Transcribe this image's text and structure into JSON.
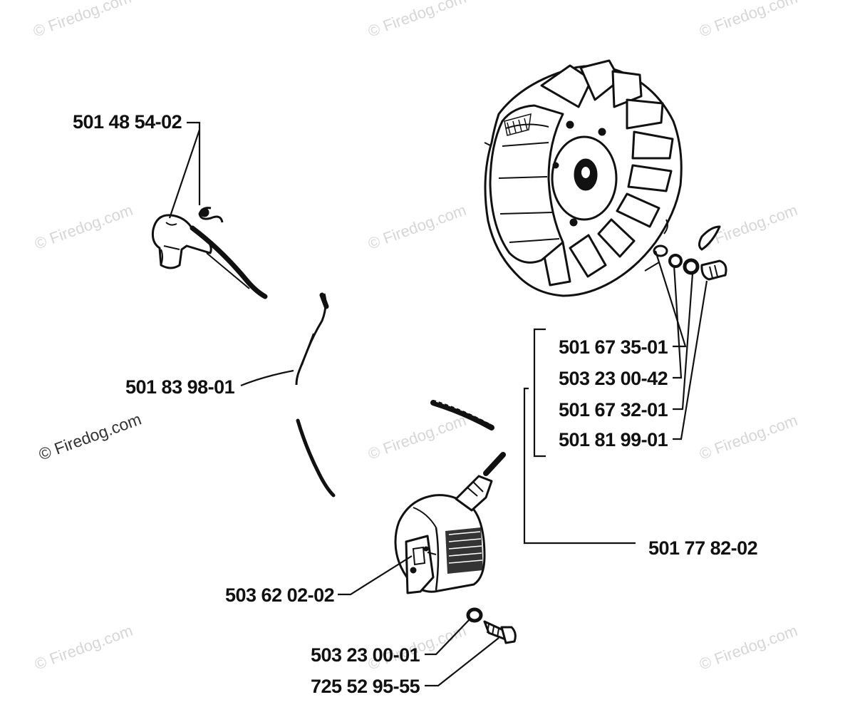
{
  "watermark": "© Firedog.com",
  "labels": {
    "p1": "501 48 54-02",
    "p2": "501 83 98-01",
    "p3": "501 67 35-01",
    "p4": "503 23 00-42",
    "p5": "501 67 32-01",
    "p6": "501 81 99-01",
    "p7": "501 77 82-02",
    "p8": "503 62 02-02",
    "p9": "503 23 00-01",
    "p10": "725 52 95-55"
  }
}
